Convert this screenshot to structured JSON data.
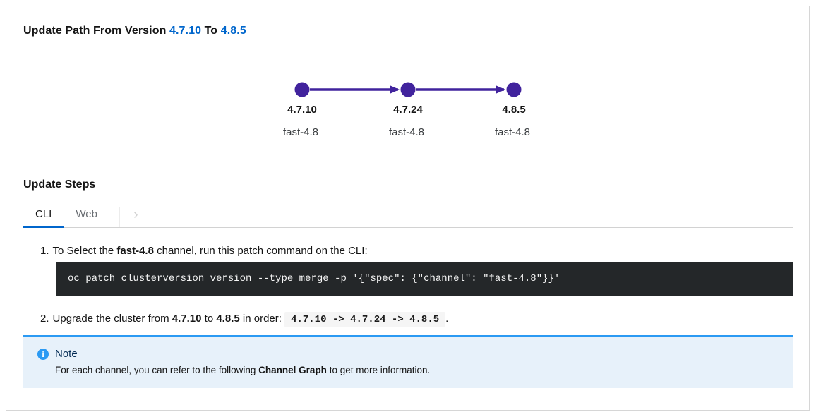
{
  "theme": {
    "blue": "#0066cc",
    "purple": "#41239d",
    "info": "#2b9af3",
    "note_bg": "#e7f1fa",
    "code_bg": "#242729",
    "border": "#d2d2d2"
  },
  "title": {
    "t1": "Update Path From Version ",
    "from_version": "4.7.10",
    "t2": " To ",
    "to_version": "4.8.5"
  },
  "graph": {
    "type": "update-path",
    "node_color": "#41239d",
    "nodes": [
      {
        "version": "4.7.10",
        "channel": "fast-4.8"
      },
      {
        "version": "4.7.24",
        "channel": "fast-4.8"
      },
      {
        "version": "4.8.5",
        "channel": "fast-4.8"
      }
    ]
  },
  "steps_section": {
    "heading": "Update Steps",
    "tabs": [
      {
        "label": "CLI"
      },
      {
        "label": "Web"
      }
    ],
    "overflow_chevron": "›"
  },
  "steps": {
    "one": {
      "num": "1.",
      "t1": "To Select the ",
      "b1": "fast-4.8",
      "t2": " channel, run this patch command on the CLI:",
      "command": "oc patch clusterversion version --type merge -p '{\"spec\": {\"channel\": \"fast-4.8\"}}'"
    },
    "two": {
      "num": "2.",
      "t1": "Upgrade the cluster from ",
      "b1": "4.7.10",
      "t2": " to ",
      "b2": "4.8.5",
      "t3": " in order: ",
      "code": "4.7.10 -> 4.7.24 -> 4.8.5",
      "t4": "."
    }
  },
  "note": {
    "title": "Note",
    "icon": "i",
    "t1": "For each channel, you can refer to the following ",
    "b1": "Channel Graph",
    "t2": " to get more information."
  }
}
